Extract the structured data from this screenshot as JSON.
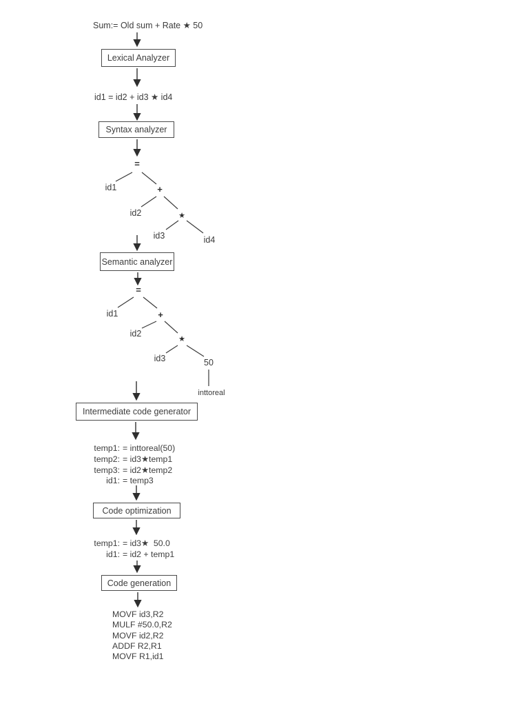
{
  "flow": {
    "source_expression": "Sum:= Old sum + Rate ★ 50",
    "lexical_box": "Lexical Analyzer",
    "token_stream": "id1 = id2 + id3 ★ id4",
    "syntax_box": "Syntax analyzer",
    "semantic_box": "Semantic analyzer",
    "intermediate_box": "Intermediate code generator",
    "optimization_box": "Code optimization",
    "generation_box": "Code generation"
  },
  "syntax_tree": {
    "root": "=",
    "id1": "id1",
    "plus": "+",
    "id2": "id2",
    "star": "★",
    "id3": "id3",
    "id4": "id4"
  },
  "semantic_tree": {
    "root": "=",
    "id1": "id1",
    "plus": "+",
    "id2": "id2",
    "star": "★",
    "id3": "id3",
    "fifty": "50",
    "conversion": "inttoreal"
  },
  "intermediate_code": [
    {
      "lhs": "temp1:",
      "rhs": "= inttoreal(50)"
    },
    {
      "lhs": "temp2:",
      "rhs": "= id3★temp1"
    },
    {
      "lhs": "temp3:",
      "rhs": "= id2★temp2"
    },
    {
      "lhs": "id1:",
      "rhs": "= temp3"
    }
  ],
  "optimized_code": [
    {
      "lhs": "temp1:",
      "rhs": "= id3★  50.0"
    },
    {
      "lhs": "id1:",
      "rhs": "= id2 + temp1"
    }
  ],
  "generated_code": [
    "MOVF id3,R2",
    "MULF #50.0,R2",
    "MOVF id2,R2",
    "ADDF R2,R1",
    "MOVF R1,id1"
  ]
}
